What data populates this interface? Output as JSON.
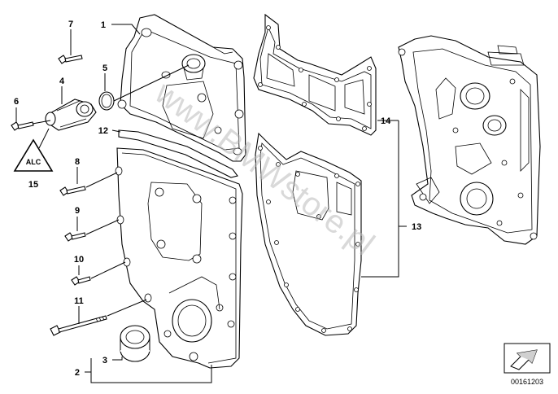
{
  "diagram": {
    "callouts": {
      "c1": "1",
      "c2": "2",
      "c3": "3",
      "c4": "4",
      "c5": "5",
      "c6": "6",
      "c7": "7",
      "c8": "8",
      "c9": "9",
      "c10": "10",
      "c11": "11",
      "c12": "12",
      "c13": "13",
      "c14": "14",
      "c15": "15"
    },
    "warning_label_text": "ALC",
    "watermark": "www.BMWstore.pl",
    "reference_number": "00161203",
    "colors": {
      "line": "#000000",
      "background": "#ffffff",
      "watermark": "#b9b9b9"
    }
  }
}
